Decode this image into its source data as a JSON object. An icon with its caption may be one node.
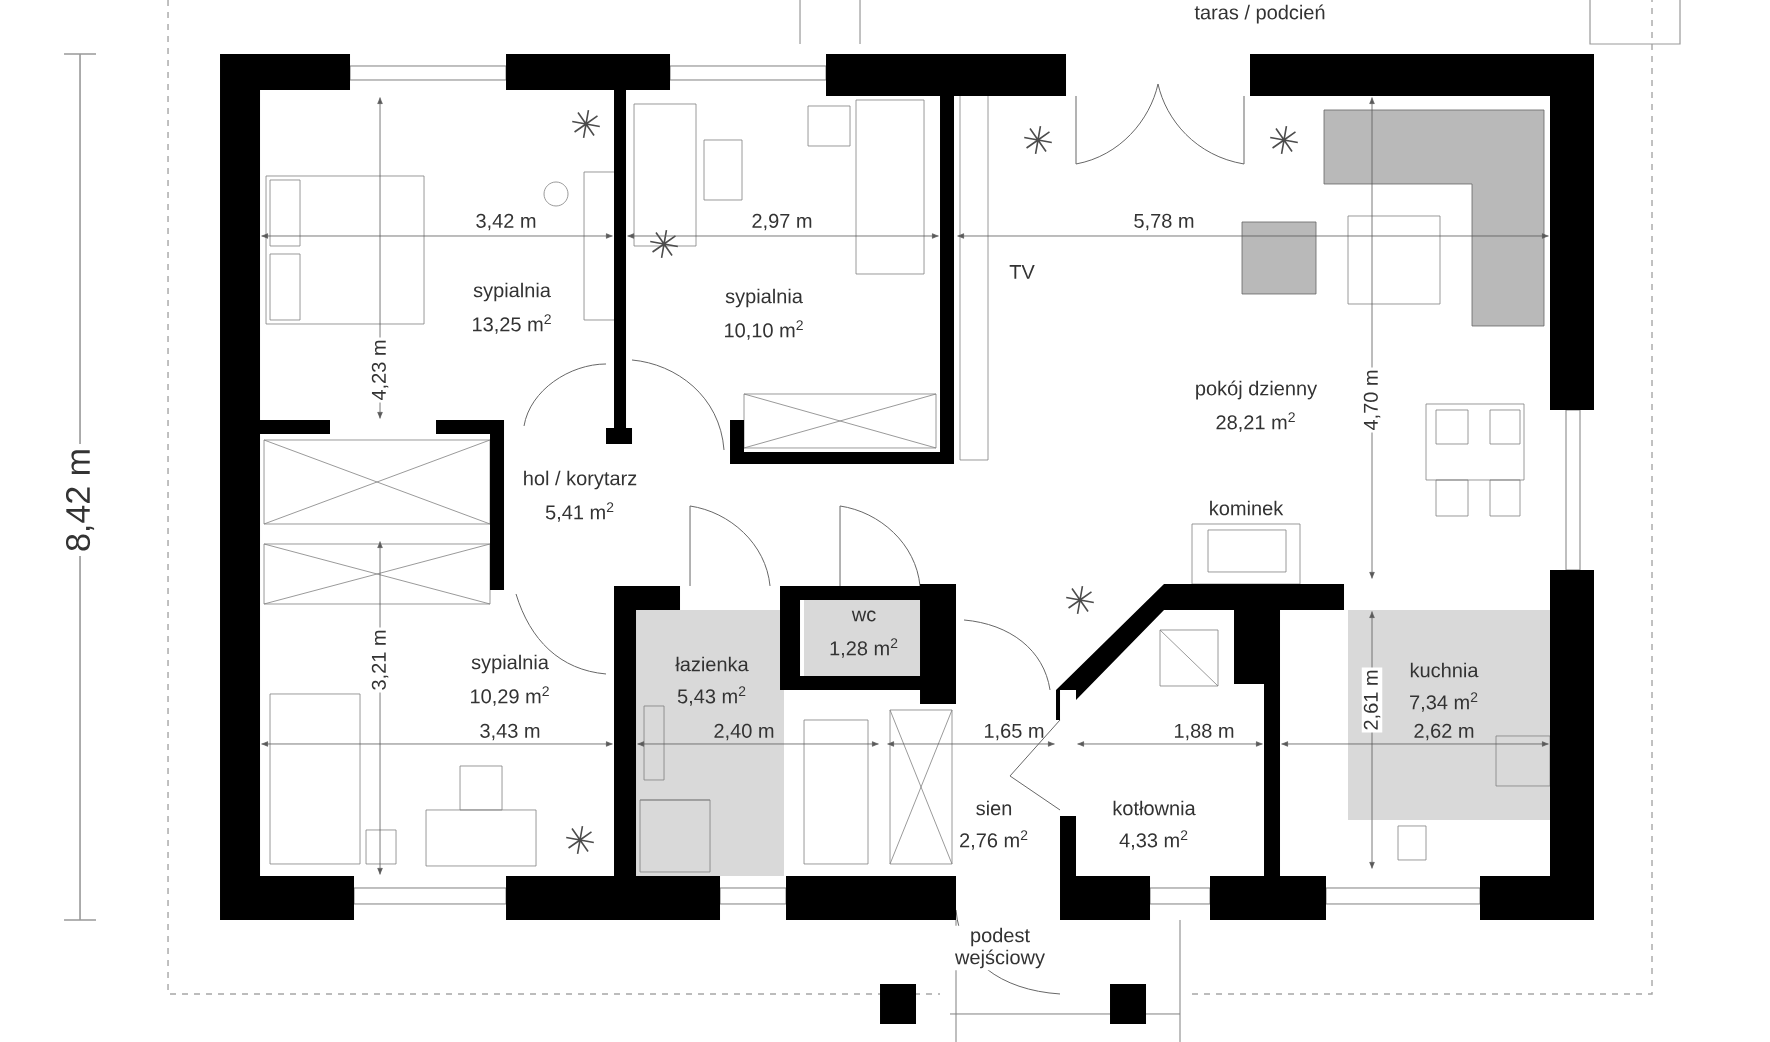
{
  "diagram": {
    "labels": [
      "taras / podcień",
      "3,42 m",
      "2,97 m",
      "5,78 m",
      "TV",
      "sypialnia",
      "13,25 m$^{2}$",
      "sypialnia",
      "10,10 m$^{2}$",
      "4,23 m",
      "8,42 m",
      "pokój dzienny",
      "28,21 m$^{2}$",
      "4,70 m",
      "hol / korytarz",
      "5,41 m$^{2}$",
      "kominek",
      "wc",
      "1,28 m$^{2}$",
      "sypialnia",
      "10,29 m$^{2}$",
      "łazienka",
      "5,43 m$^{2}$",
      "3,21 m",
      "kuchnia",
      "7,34 m$^{2}$",
      "2,61 m",
      "3,43 m",
      "2,40 m",
      "1,65 m",
      "1,88 m",
      "2,62 m",
      "sien",
      "2,76 m$^{2}$",
      "kotłownia",
      "4,33 m$^{2}$",
      "podest wejściowy"
    ]
  }
}
